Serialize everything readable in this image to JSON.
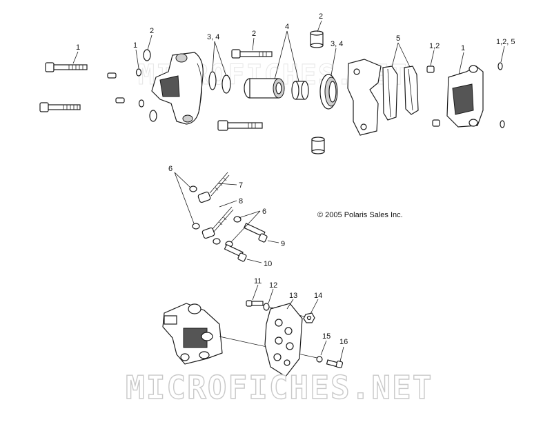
{
  "diagram": {
    "copyright": "© 2005 Polaris Sales Inc.",
    "watermark": "MICROFICHES.NET",
    "callouts": [
      {
        "id": "c1a",
        "text": "1"
      },
      {
        "id": "c2a",
        "text": "2"
      },
      {
        "id": "c1b",
        "text": "1"
      },
      {
        "id": "c34a",
        "text": "3, 4"
      },
      {
        "id": "c2b",
        "text": "2"
      },
      {
        "id": "c4",
        "text": "4"
      },
      {
        "id": "c2c",
        "text": "2"
      },
      {
        "id": "c34b",
        "text": "3, 4"
      },
      {
        "id": "c5",
        "text": "5"
      },
      {
        "id": "c12",
        "text": "1,2"
      },
      {
        "id": "c1c",
        "text": "1"
      },
      {
        "id": "c125",
        "text": "1,2, 5"
      },
      {
        "id": "c6a",
        "text": "6"
      },
      {
        "id": "c7",
        "text": "7"
      },
      {
        "id": "c8",
        "text": "8"
      },
      {
        "id": "c6b",
        "text": "6"
      },
      {
        "id": "c9",
        "text": "9"
      },
      {
        "id": "c10",
        "text": "10"
      },
      {
        "id": "c11",
        "text": "11"
      },
      {
        "id": "c12b",
        "text": "12"
      },
      {
        "id": "c13",
        "text": "13"
      },
      {
        "id": "c14",
        "text": "14"
      },
      {
        "id": "c15",
        "text": "15"
      },
      {
        "id": "c16",
        "text": "16"
      }
    ]
  }
}
